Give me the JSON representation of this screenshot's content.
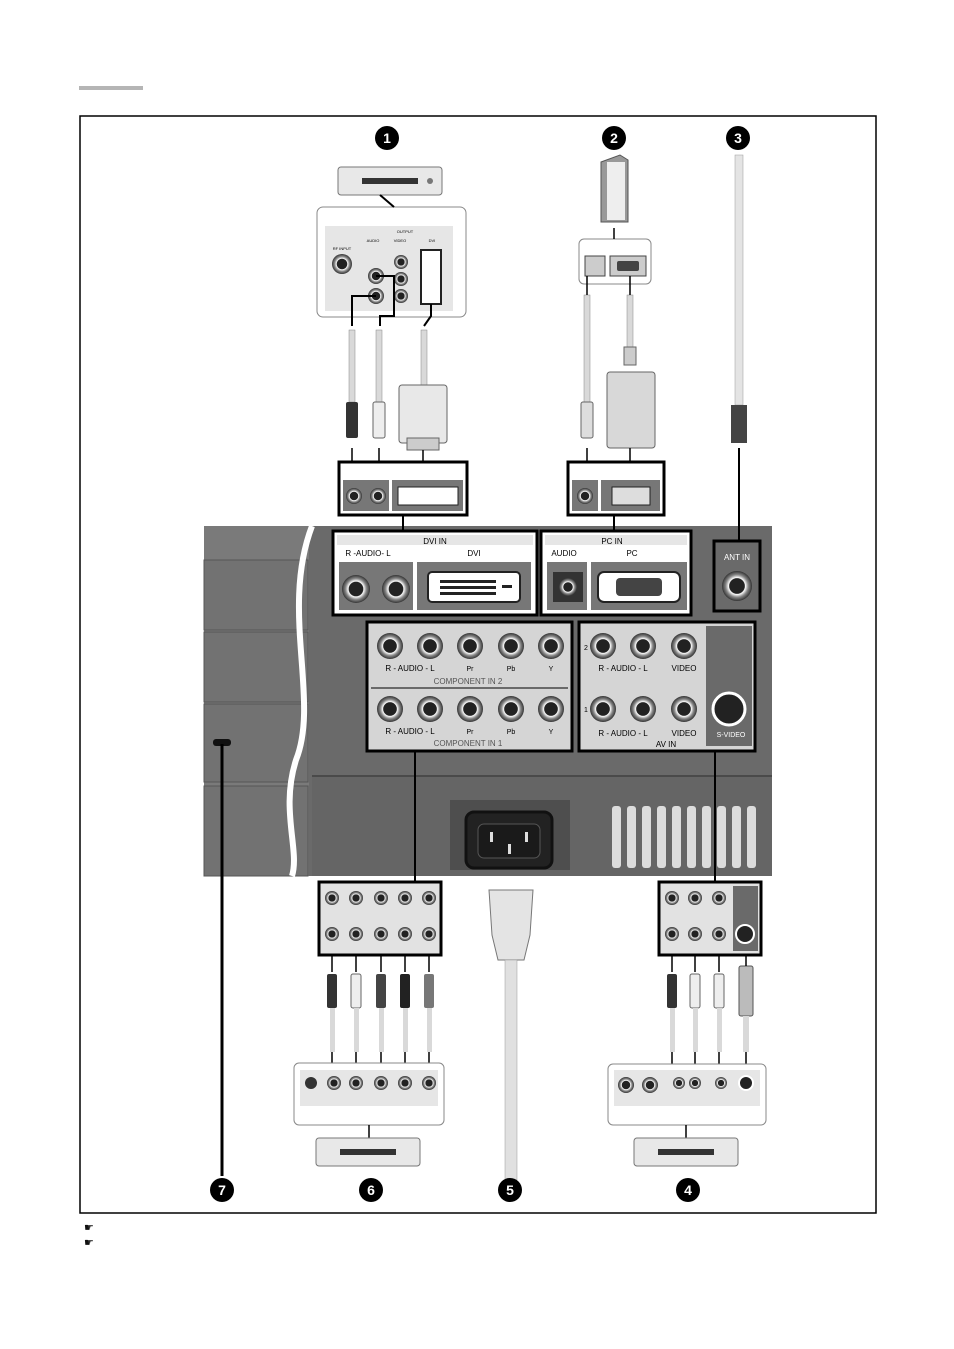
{
  "numbers": {
    "n1": "1",
    "n2": "2",
    "n3": "3",
    "n4": "4",
    "n5": "5",
    "n6": "6",
    "n7": "7"
  },
  "dvi_in": {
    "title": "DVI IN",
    "audio": "R -AUDIO- L",
    "dvi": "DVI"
  },
  "pc_in": {
    "title": "PC IN",
    "audio": "AUDIO",
    "pc": "PC"
  },
  "ant_in": "ANT IN",
  "component": {
    "audio_label": "R - AUDIO - L",
    "pr": "Pr",
    "pb": "Pb",
    "y": "Y",
    "in2": "COMPONENT IN 2",
    "in1": "COMPONENT IN 1"
  },
  "av_in": {
    "row2": "2",
    "row1": "1",
    "audio_label": "R - AUDIO - L",
    "video": "VIDEO",
    "svideo": "S-VIDEO",
    "title": "AV IN"
  },
  "dvd_panel": {
    "output": "OUTPUT",
    "audio": "AUDIO",
    "video": "VIDEO",
    "dvi": "DVI",
    "rf": "RF INPUT"
  },
  "notes": [
    "☛",
    "☛"
  ],
  "colors": {
    "panel": "#5a5a5a",
    "frame": "#000000",
    "cable": "#d9d9d9",
    "accent": "#b5b5b5"
  }
}
